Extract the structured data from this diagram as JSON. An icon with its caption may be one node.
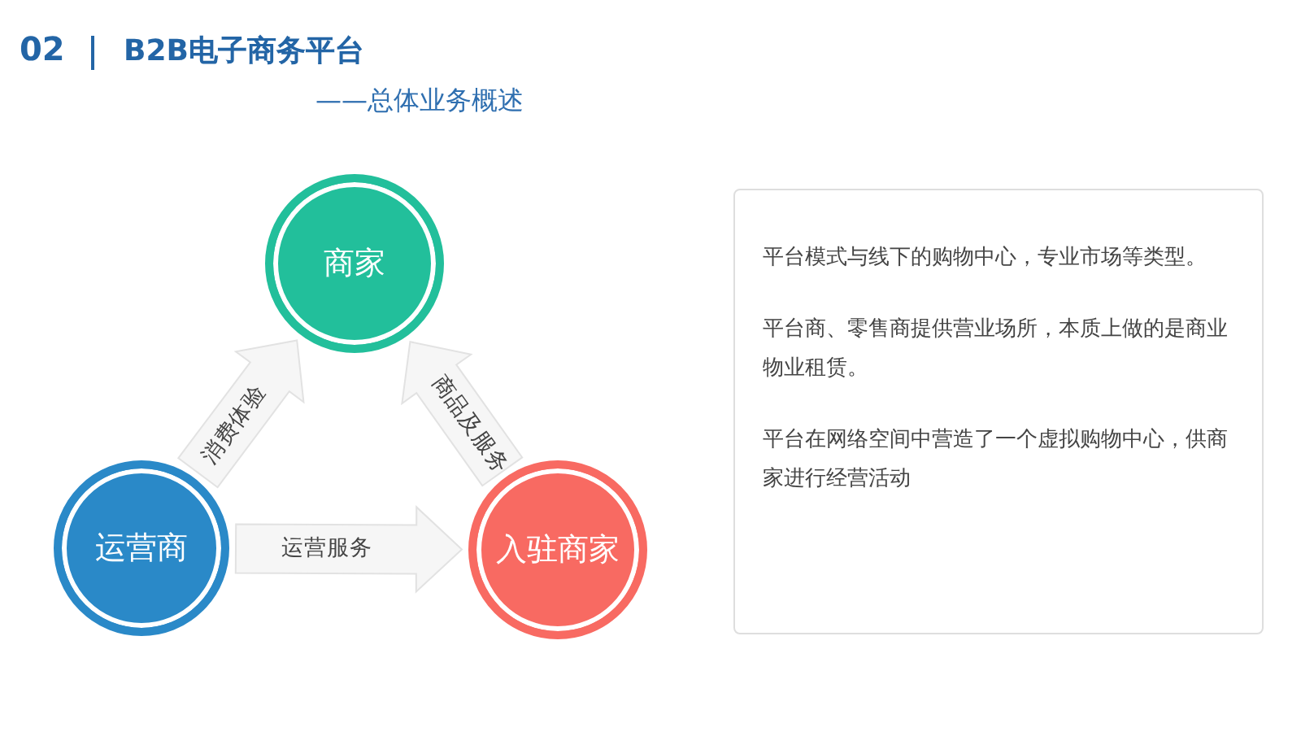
{
  "diagram": {
    "title": "B2B电子商务平台",
    "nodes": [
      {
        "text": [
          "商家"
        ]
      },
      {
        "text": [
          "运营商"
        ]
      },
      {
        "text": [
          "入驻商家"
        ]
      },
      {
        "text": [
          "平台模式与线下的购物中心，专业市场等类型。",
          "平台商、零售商提供营业场所，本质上做的是商业物业租赁。",
          "平台在网络空间中营造了一个虚拟购物中心，供商家进行经营活动"
        ]
      }
    ],
    "edges": [
      {
        "from": 1,
        "to": 0,
        "arrow": "to",
        "label": "消费体验"
      },
      {
        "from": 2,
        "to": 0,
        "arrow": "to",
        "label": "商品及服务"
      },
      {
        "from": 1,
        "to": 2,
        "arrow": "to",
        "label": "运营服务"
      }
    ],
    "labels": [
      "02",
      "——总体业务概述"
    ]
  }
}
